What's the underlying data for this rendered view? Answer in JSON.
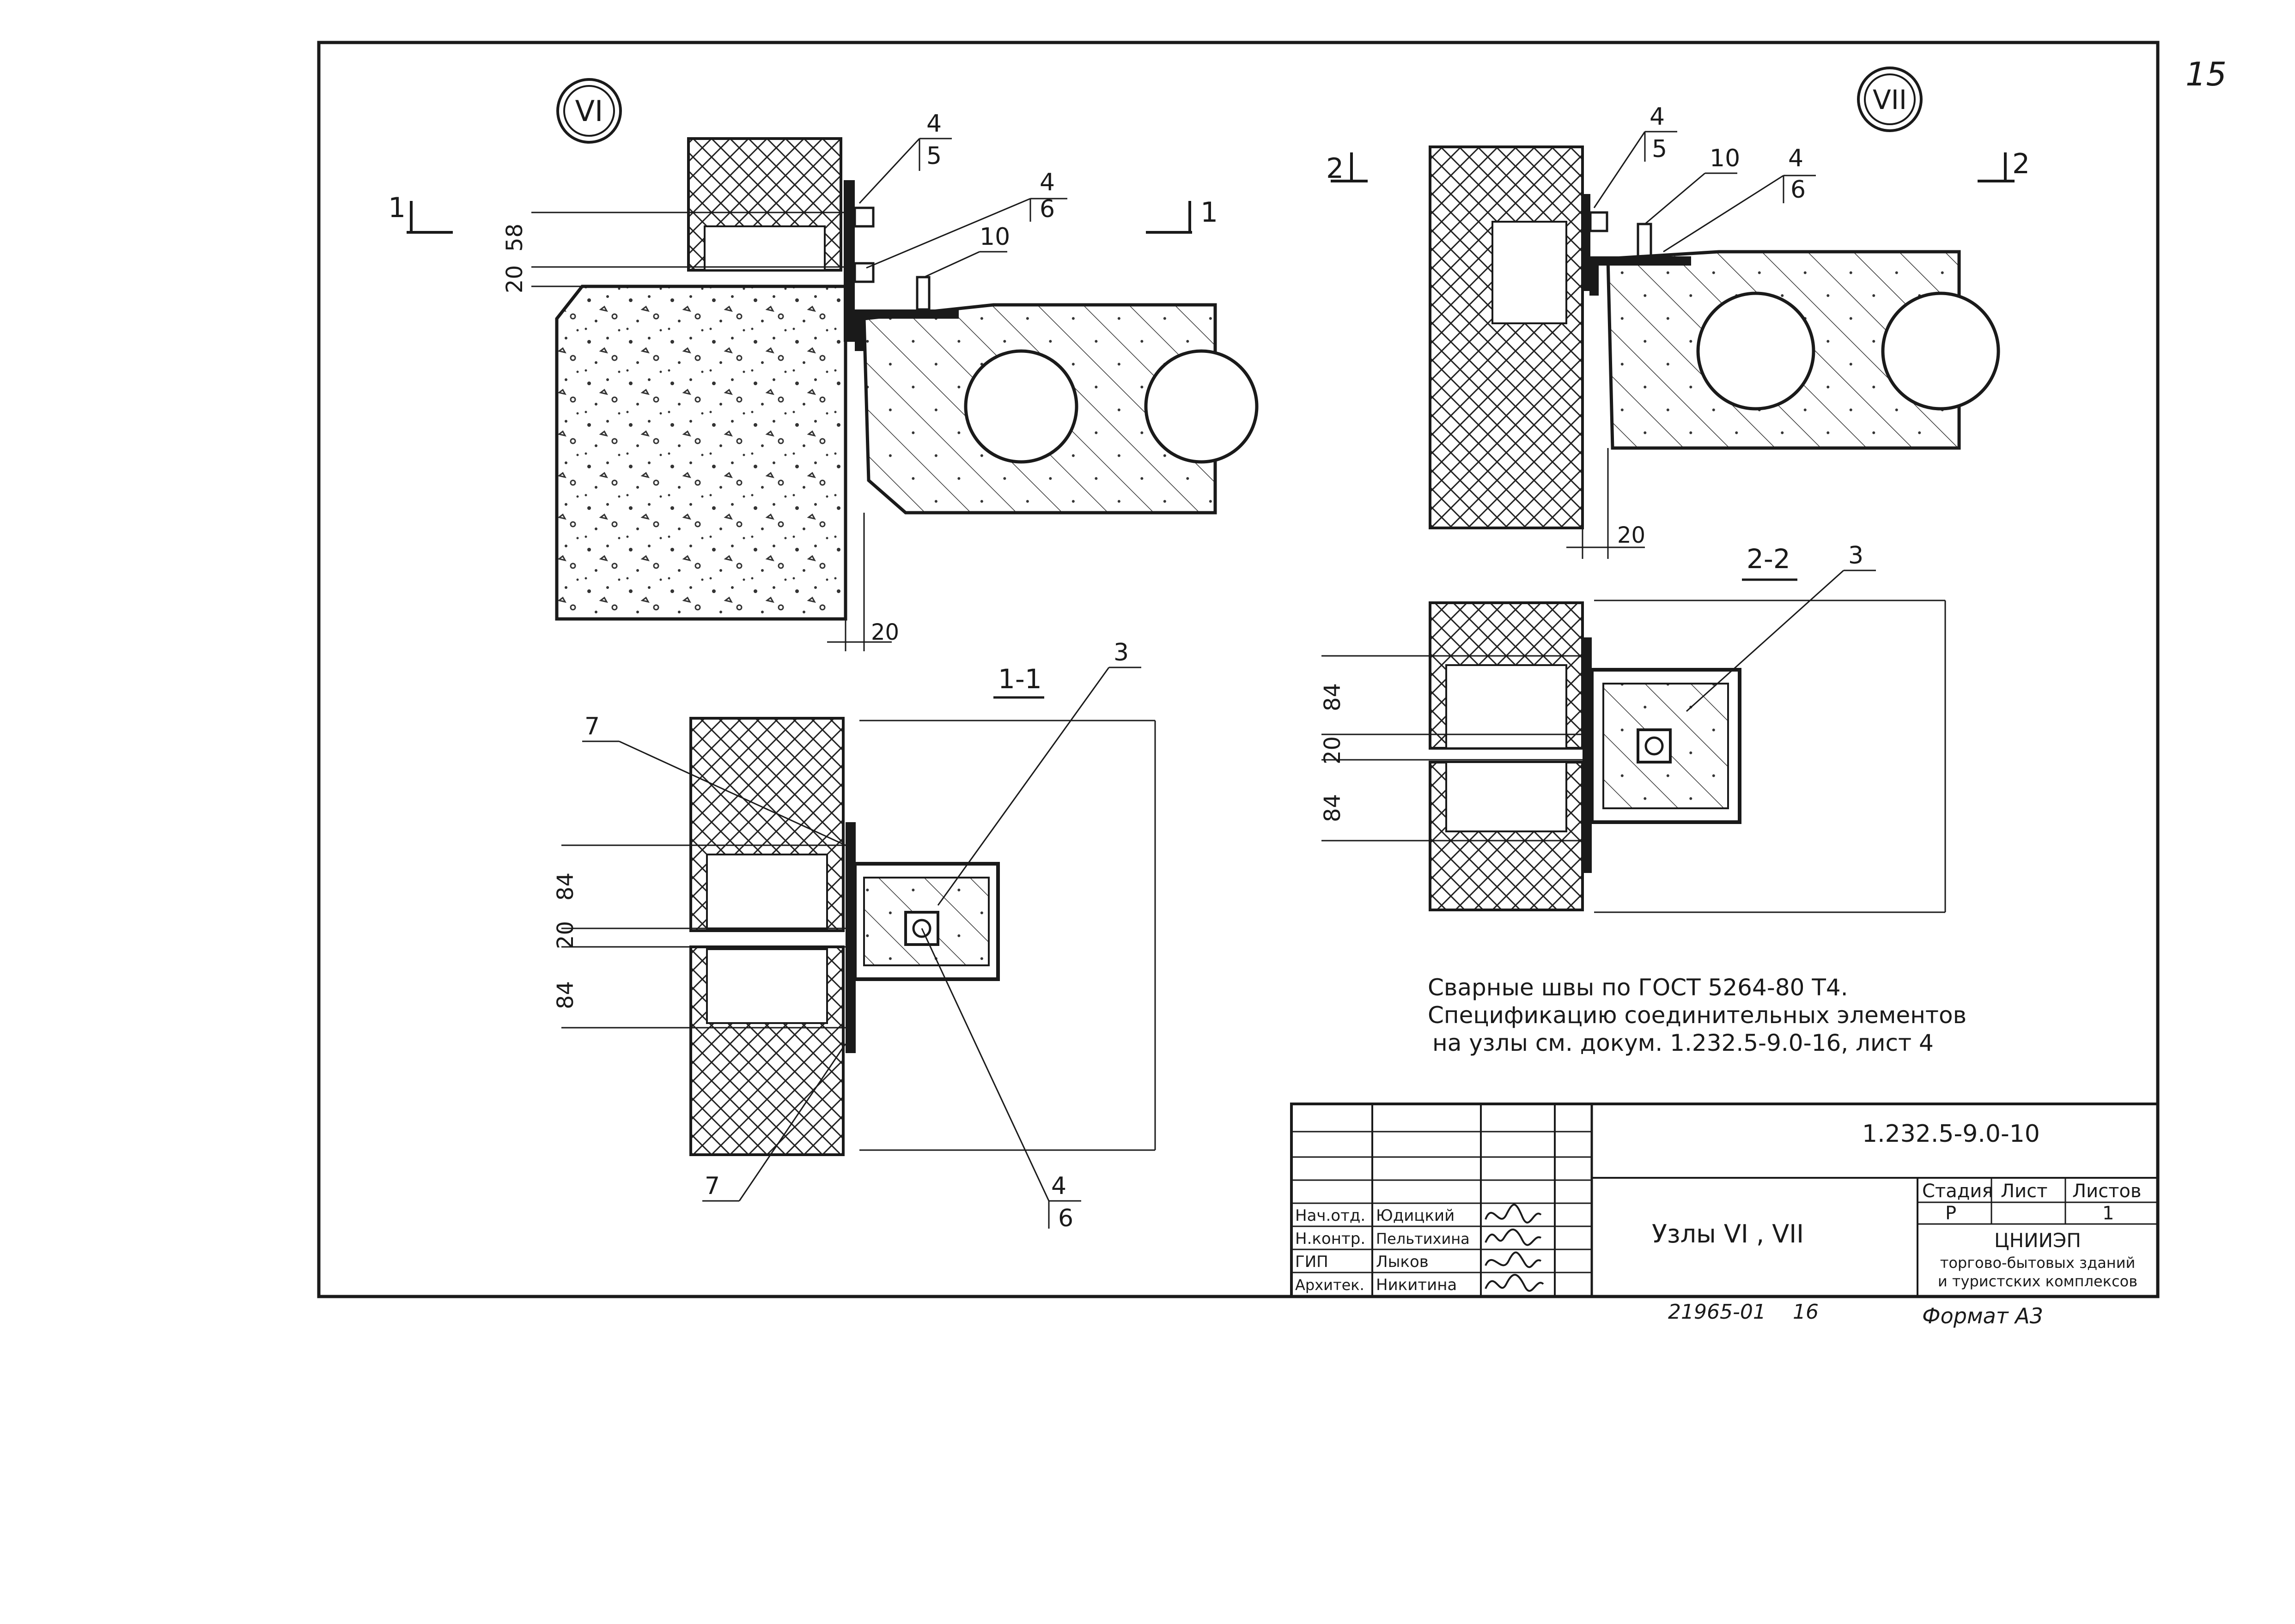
{
  "sheet_number_corner": "15",
  "node_labels": {
    "node_vi": "VI",
    "node_vii": "VII"
  },
  "section_marks": {
    "s1": "1",
    "s2": "2"
  },
  "section_titles": {
    "sec_1_1": "1-1",
    "sec_2_2": "2-2"
  },
  "callouts": {
    "c3": "3",
    "c4": "4",
    "c5": "5",
    "c6": "6",
    "c7": "7",
    "c10": "10"
  },
  "dimensions": {
    "d58": "58",
    "d20": "20",
    "d84": "84"
  },
  "notes": [
    "Сварные швы по ГОСТ 5264-80 Т4.",
    "Спецификацию соединительных элементов",
    "на узлы см. докум. 1.232.5-9.0-16, лист 4"
  ],
  "title_block": {
    "document_code": "1.232.5-9.0-10",
    "sheet_title": "Узлы VI , VII",
    "stage_header": "Стадия",
    "sheet_header": "Лист",
    "sheets_header": "Листов",
    "stage_value": "Р",
    "sheets_value": "1",
    "organization": [
      "ЦНИИЭП",
      "торгово-бытовых зданий",
      "и туристских комплексов"
    ],
    "signatures": [
      {
        "role": "Нач.отд.",
        "name": "Юдицкий"
      },
      {
        "role": "Н.контр.",
        "name": "Пельтихина"
      },
      {
        "role": "ГИП",
        "name": "Лыков"
      },
      {
        "role": "Архитек.",
        "name": "Никитина"
      }
    ]
  },
  "bottom_stamp": {
    "archive_number": "21965-01",
    "page": "16",
    "format": "Формат А3"
  }
}
